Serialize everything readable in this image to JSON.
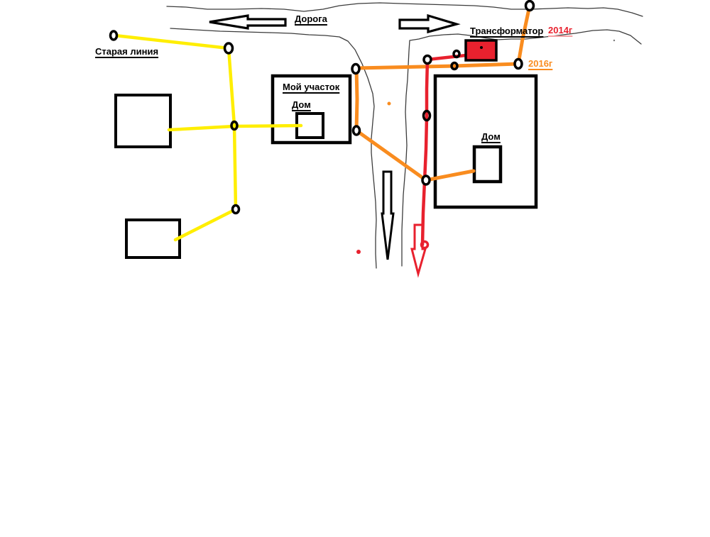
{
  "labels": {
    "road": "Дорога",
    "old_line": "Старая линия",
    "my_plot": "Мой участок",
    "my_house": "Дом",
    "transformer": "Трансформатор",
    "year_2014": "2014г",
    "year_2016": "2016г",
    "neighbor_house": "Дом"
  },
  "colors": {
    "background": "#ffffff",
    "outline": "#000000",
    "road_edge": "#3c3c3c",
    "old_line": "#FFEE00",
    "line_2016": "#F98C1F",
    "line_2014": "#E8212E",
    "underline_2014": "#F5A0A3"
  }
}
